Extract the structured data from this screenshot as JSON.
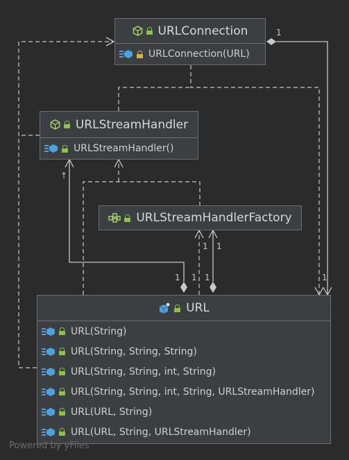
{
  "nodes": {
    "url_connection": {
      "name": "URLConnection",
      "members": [
        "URLConnection(URL)"
      ]
    },
    "url_stream_handler": {
      "name": "URLStreamHandler",
      "members": [
        "URLStreamHandler()"
      ]
    },
    "url_stream_handler_factory": {
      "name": "URLStreamHandlerFactory",
      "members": []
    },
    "url": {
      "name": "URL",
      "members": [
        "URL(String)",
        "URL(String, String, String)",
        "URL(String, String, int, String)",
        "URL(String, String, int, String, URLStreamHandler)",
        "URL(URL, String)",
        "URL(URL, String, URLStreamHandler)"
      ]
    }
  },
  "multiplicities": {
    "conn_top": "1",
    "conn_url": "1",
    "handler_up": "↑",
    "url_handler": "1",
    "url_factory_a": "1",
    "url_factory_b": "1",
    "factory_a": "1",
    "factory_b": "1"
  },
  "watermark": "Powered by yFiles",
  "colors": {
    "background": "#2b2b2b",
    "node_fill": "#3c3f41",
    "node_border": "#6a6f72",
    "edge": "#c8c8c8",
    "lock_public": "#8bc34a",
    "lock_protected": "#d9b43b",
    "class_icon": "#4aa3df",
    "interface_icon": "#a5d06b"
  },
  "icons": {
    "class_header": "class-icon",
    "interface_header": "interface-icon",
    "constructor": "constructor-icon",
    "lock": "lock-icon"
  }
}
